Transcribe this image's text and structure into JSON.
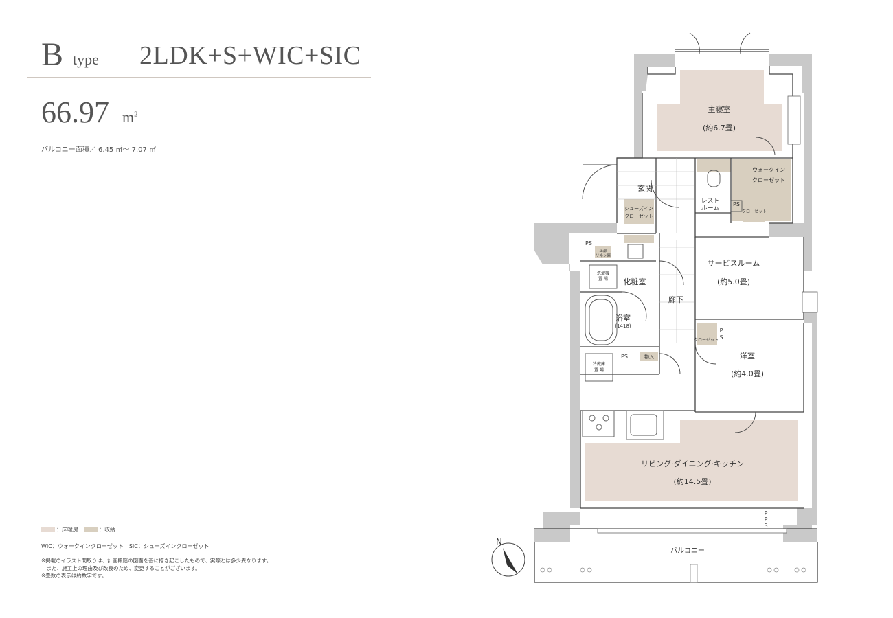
{
  "header": {
    "type_letter": "B",
    "type_word": "type",
    "plan_type": "2LDK+S+WIC+SIC",
    "area_value": "66.97",
    "area_unit": "m",
    "area_unit_sup": "2",
    "balcony_area": "バルコニー面積／ 6.45 ㎡〜 7.07 ㎡"
  },
  "colors": {
    "floor_heating": "#e7dbd3",
    "storage": "#d8cfbf",
    "wall": "#c9c9c9",
    "line": "#333333"
  },
  "legend": {
    "floor_heating_label": "：床暖房",
    "storage_label": "：収納"
  },
  "abbreviations": "WIC：ウォークインクローゼット　SIC：シューズインクローゼット",
  "notes": [
    "※掲載のイラスト間取りは、計画段階の図面を基に描き起こしたもので、実際とは多少異なります。",
    "　また、施工上の理由及び改良のため、変更することがございます。",
    "※畳数の表示は約数字です。"
  ],
  "rooms": {
    "master_bedroom": "主寝室",
    "master_bedroom_size": "(約6.7畳)",
    "walk_in_closet_1": "ウォークイン",
    "walk_in_closet_2": "クローゼット",
    "entrance": "玄関",
    "restroom_1": "レスト",
    "restroom_2": "ルーム",
    "ps": "PS",
    "closet": "クローゼット",
    "shoes_closet_1": "シューズイン",
    "shoes_closet_2": "クローゼット",
    "ps_washroom": "PS",
    "linen_1": "上部",
    "linen_2": "リネン庫",
    "washer_1": "洗濯機",
    "washer_2": "置 場",
    "powder_room": "化粧室",
    "service_room": "サービスルーム",
    "service_room_size": "(約5.0畳)",
    "hallway": "廊下",
    "bath": "浴室",
    "bath_size": "(1418)",
    "closet_western": "クローゼット",
    "ps_vertical_1": "P",
    "ps_vertical_2": "S",
    "western_room": "洋室",
    "western_room_size": "(約4.0畳)",
    "ps_kitchen": "PS",
    "storage_small": "物入",
    "fridge_1": "冷蔵庫",
    "fridge_2": "置 場",
    "ldk": "リビング·ダイニング·キッチン",
    "ldk_size": "(約14.5畳)",
    "pps_1": "P",
    "pps_2": "P",
    "pps_3": "S",
    "balcony": "バルコニー",
    "north": "N"
  }
}
